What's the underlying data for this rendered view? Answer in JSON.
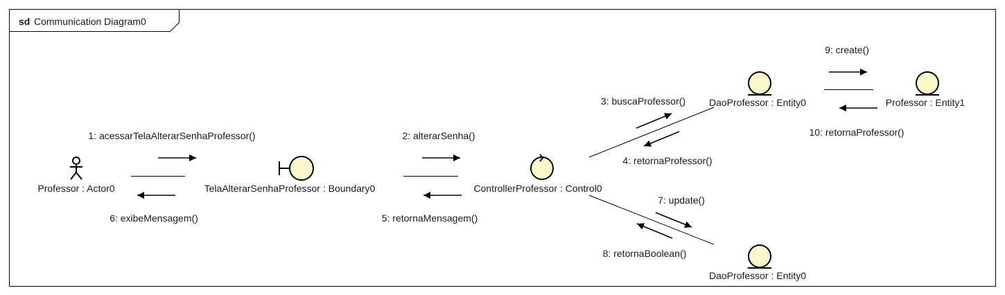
{
  "frame": {
    "keyword": "sd",
    "name": "Communication Diagram0"
  },
  "colors": {
    "lifeline_fill": "#fcf8cc",
    "stroke": "#000000",
    "text": "#1a1a1a"
  },
  "participants": [
    {
      "id": "actor",
      "label": "Professor : Actor0",
      "kind": "actor"
    },
    {
      "id": "boundary",
      "label": "TelaAlterarSenhaProfessor : Boundary0",
      "kind": "boundary"
    },
    {
      "id": "control",
      "label": "ControllerProfessor : Control0",
      "kind": "control"
    },
    {
      "id": "dao1",
      "label": "DaoProfessor : Entity0",
      "kind": "entity"
    },
    {
      "id": "prof",
      "label": "Professor : Entity1",
      "kind": "entity"
    },
    {
      "id": "dao2",
      "label": "DaoProfessor : Entity0",
      "kind": "entity"
    }
  ],
  "messages": [
    {
      "id": "m1",
      "text": "1: acessarTelaAlterarSenhaProfessor()"
    },
    {
      "id": "m2",
      "text": "2: alterarSenha()"
    },
    {
      "id": "m3",
      "text": "3: buscaProfessor()"
    },
    {
      "id": "m4",
      "text": "4: retornaProfessor()"
    },
    {
      "id": "m5",
      "text": "5: retornaMensagem()"
    },
    {
      "id": "m6",
      "text": "6: exibeMensagem()"
    },
    {
      "id": "m7",
      "text": "7: update()"
    },
    {
      "id": "m8",
      "text": "8: retornaBoolean()"
    },
    {
      "id": "m9",
      "text": "9: create()"
    },
    {
      "id": "m10",
      "text": "10: retornaProfessor()"
    }
  ]
}
